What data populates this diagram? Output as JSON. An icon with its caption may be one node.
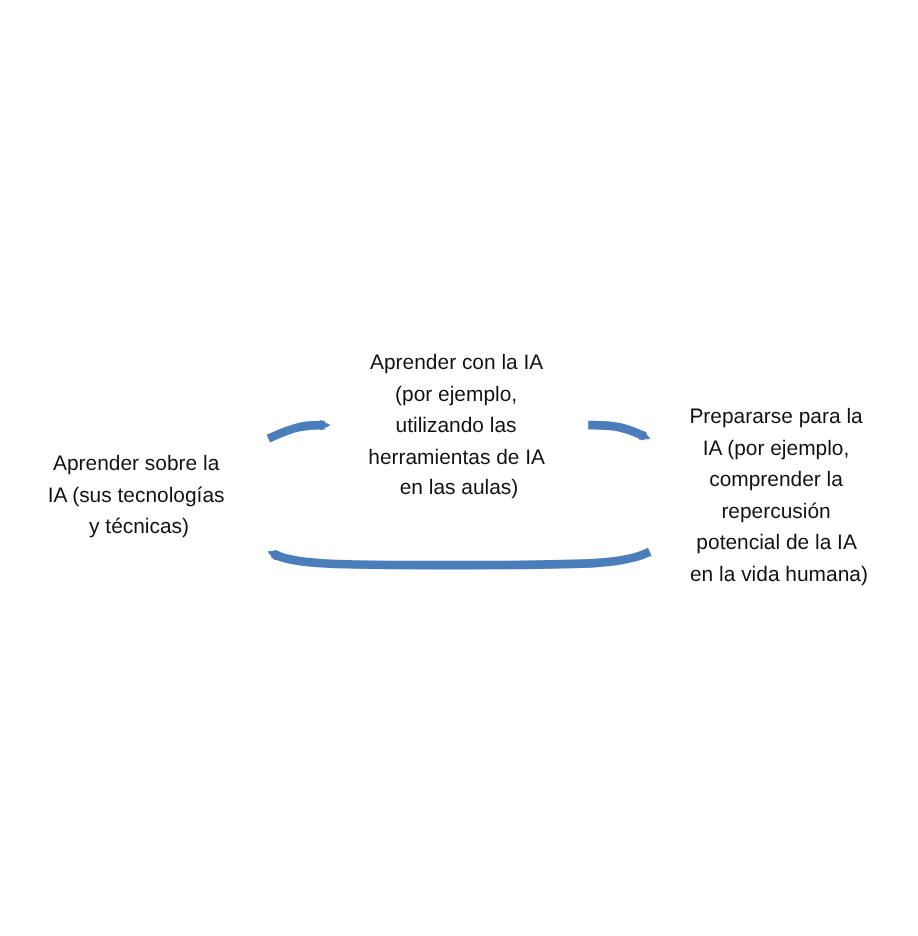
{
  "diagram": {
    "nodes": [
      {
        "text": [
          "Aprender sobre la IA (sus tecnologías y técnicas)"
        ]
      },
      {
        "text": [
          "Aprender con la IA (por ejemplo, utilizando las herramientas de IA en las aulas)"
        ]
      },
      {
        "text": [
          "Prepararse para la IA (por ejemplo, comprender la repercusión potencial de la IA en la vida humana)"
        ]
      }
    ],
    "edges": [
      {
        "from": 0,
        "to": 1,
        "arrow": "to"
      },
      {
        "from": 1,
        "to": 2,
        "arrow": "to"
      },
      {
        "from": 2,
        "to": 0,
        "arrow": "to"
      }
    ]
  }
}
